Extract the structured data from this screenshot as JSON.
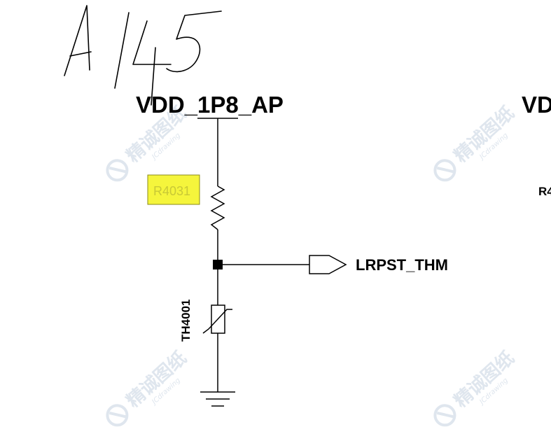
{
  "handwritten_note": "A145",
  "nets": {
    "power": "VDD_1P8_AP",
    "power_right_partial": "VD",
    "output": "LRPST_THM"
  },
  "parts": {
    "resistor_ref": "R4031",
    "resistor_ref_partial": "R4",
    "thermistor_ref": "TH4001"
  },
  "watermark": {
    "text": "精诚图纸",
    "subtext": "JCdrawing"
  },
  "colors": {
    "highlight": "#f5f53c",
    "highlight_border": "#8a8a1a",
    "highlight_text": "#c9c936",
    "wire": "#000000",
    "watermark": "#dfe6ee"
  }
}
